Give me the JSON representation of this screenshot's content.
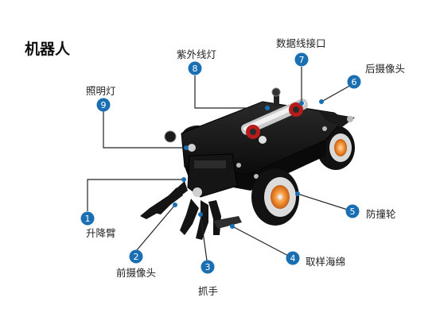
{
  "title": "机器人",
  "accent_color": "#1a6fb3",
  "callouts": [
    {
      "num": "1",
      "label": "升降臂"
    },
    {
      "num": "2",
      "label": "前摄像头"
    },
    {
      "num": "3",
      "label": "抓手"
    },
    {
      "num": "4",
      "label": "取样海绵"
    },
    {
      "num": "5",
      "label": "防撞轮"
    },
    {
      "num": "6",
      "label": "后摄像头"
    },
    {
      "num": "7",
      "label": "数据线接口"
    },
    {
      "num": "8",
      "label": "紫外线灯"
    },
    {
      "num": "9",
      "label": "照明灯"
    }
  ]
}
